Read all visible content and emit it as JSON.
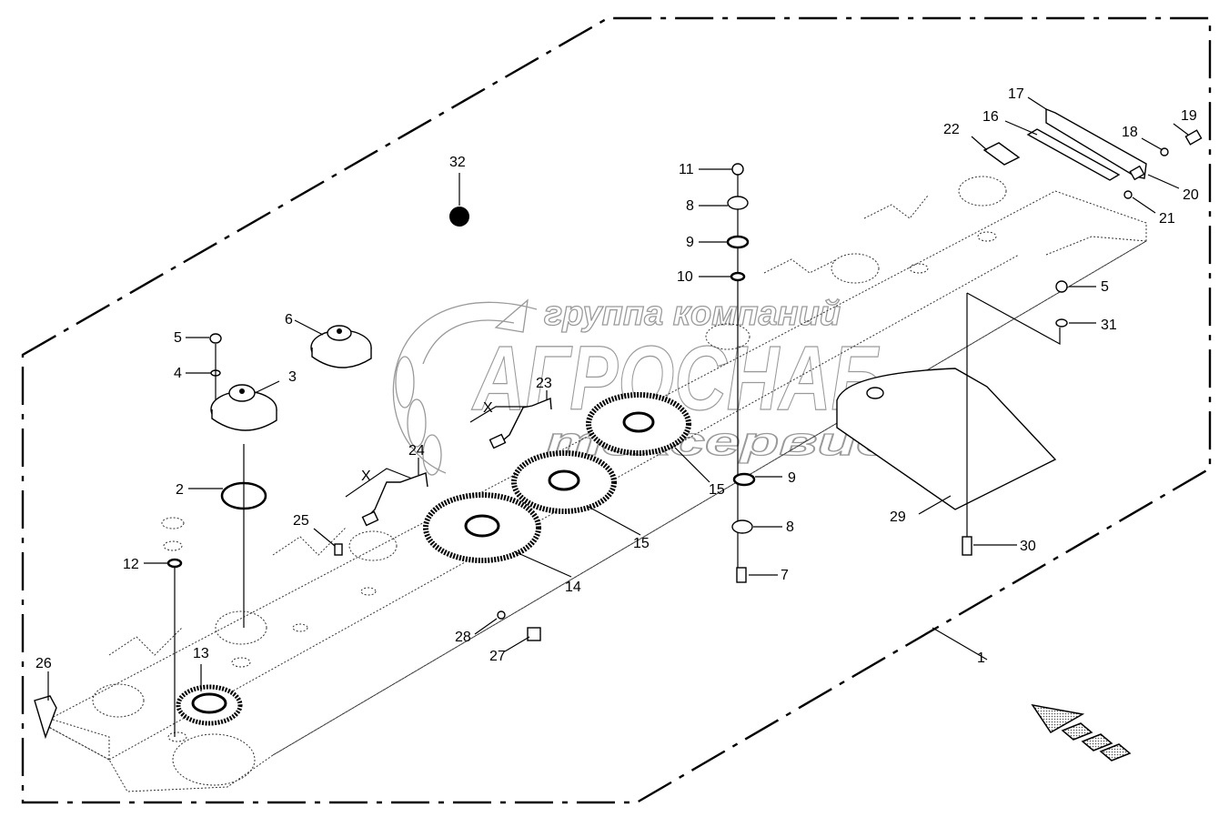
{
  "diagram": {
    "type": "exploded-parts-view",
    "watermark": {
      "line1": "группа компаний",
      "line2": "АГРОСНАБ",
      "line3": "техсервис"
    },
    "axis_marker": "X",
    "direction_arrow": "travel-direction-arrow",
    "callouts": [
      {
        "id": "1",
        "label": "1"
      },
      {
        "id": "2",
        "label": "2"
      },
      {
        "id": "3",
        "label": "3"
      },
      {
        "id": "4",
        "label": "4"
      },
      {
        "id": "5a",
        "label": "5"
      },
      {
        "id": "5b",
        "label": "5"
      },
      {
        "id": "6",
        "label": "6"
      },
      {
        "id": "7",
        "label": "7"
      },
      {
        "id": "8a",
        "label": "8"
      },
      {
        "id": "8b",
        "label": "8"
      },
      {
        "id": "9a",
        "label": "9"
      },
      {
        "id": "9b",
        "label": "9"
      },
      {
        "id": "10",
        "label": "10"
      },
      {
        "id": "11",
        "label": "11"
      },
      {
        "id": "12",
        "label": "12"
      },
      {
        "id": "13",
        "label": "13"
      },
      {
        "id": "14",
        "label": "14"
      },
      {
        "id": "15a",
        "label": "15"
      },
      {
        "id": "15b",
        "label": "15"
      },
      {
        "id": "16",
        "label": "16"
      },
      {
        "id": "17",
        "label": "17"
      },
      {
        "id": "18",
        "label": "18"
      },
      {
        "id": "19",
        "label": "19"
      },
      {
        "id": "20",
        "label": "20"
      },
      {
        "id": "21",
        "label": "21"
      },
      {
        "id": "22",
        "label": "22"
      },
      {
        "id": "23",
        "label": "23"
      },
      {
        "id": "24",
        "label": "24"
      },
      {
        "id": "25",
        "label": "25"
      },
      {
        "id": "26",
        "label": "26"
      },
      {
        "id": "27",
        "label": "27"
      },
      {
        "id": "28",
        "label": "28"
      },
      {
        "id": "29",
        "label": "29"
      },
      {
        "id": "30",
        "label": "30"
      },
      {
        "id": "31",
        "label": "31"
      },
      {
        "id": "32",
        "label": "32"
      }
    ]
  }
}
